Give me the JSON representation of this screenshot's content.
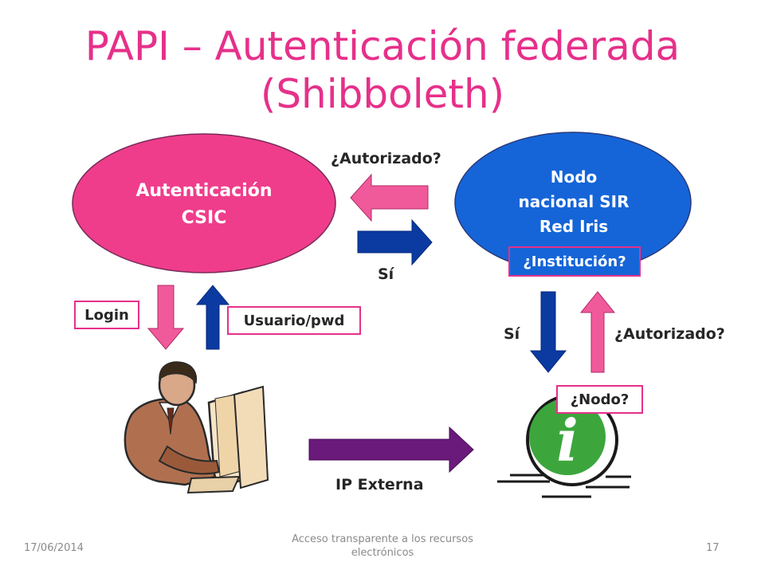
{
  "slide": {
    "title_line1": "PAPI – Autenticación federada",
    "title_line2": "(Shibboleth)"
  },
  "nodes": {
    "csic": {
      "line1": "Autenticación",
      "line2": "CSIC",
      "color": "#ef3d8b"
    },
    "sir": {
      "line1": "Nodo",
      "line2": "nacional SIR",
      "line3": "Red Iris",
      "color": "#1565d8"
    }
  },
  "labels": {
    "autorizado_top": "¿Autorizado?",
    "si_top": "Sí",
    "login": "Login",
    "usuario_pwd": "Usuario/pwd",
    "institucion": "¿Institución?",
    "si_right": "Sí",
    "autorizado_right": "¿Autorizado?",
    "nodo": "¿Nodo?",
    "ip_externa": "IP Externa"
  },
  "icons": {
    "user": "user-at-computer-icon",
    "info": "information-icon"
  },
  "colors": {
    "pink": "#e6308a",
    "blue": "#0b3aa0",
    "purple": "#6a1a7a",
    "green": "#3ca63c"
  },
  "footer": {
    "date": "17/06/2014",
    "center_line1": "Acceso transparente a los recursos",
    "center_line2": "electrónicos",
    "page": "17"
  }
}
